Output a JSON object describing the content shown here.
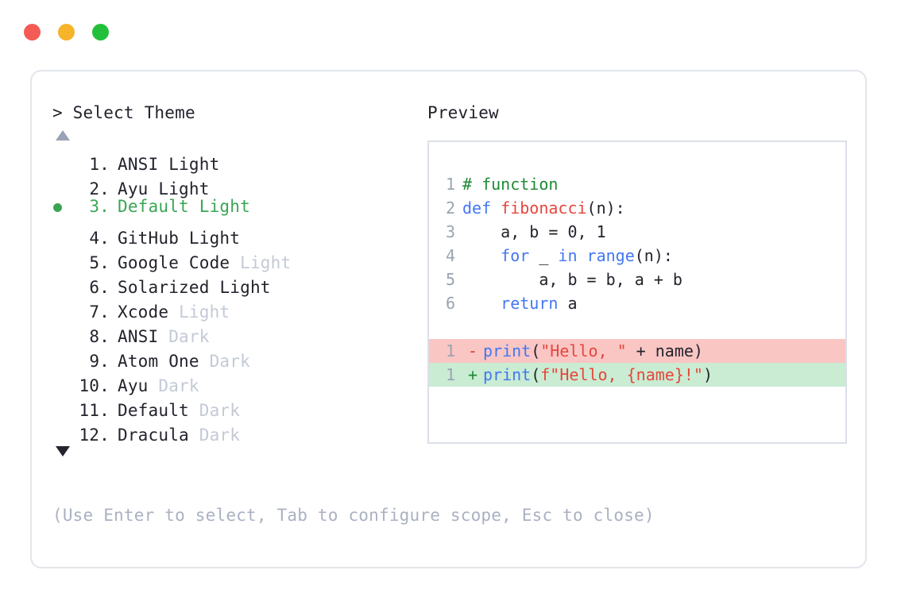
{
  "window": {
    "traffic_lights": [
      {
        "name": "close",
        "color": "#f55b55"
      },
      {
        "name": "minimize",
        "color": "#f5b42a"
      },
      {
        "name": "maximize",
        "color": "#22c03a"
      }
    ]
  },
  "left_panel": {
    "prompt": "> Select Theme",
    "scroll_up_icon": "triangle-up-icon",
    "scroll_down_icon": "triangle-down-icon",
    "selected_index": 3,
    "selected_bullet_color": "#3aa655",
    "items": [
      {
        "index": "1.",
        "name": "ANSI",
        "variant": "Light",
        "variant_dim": false,
        "selected": false
      },
      {
        "index": "2.",
        "name": "Ayu",
        "variant": "Light",
        "variant_dim": false,
        "selected": false
      },
      {
        "index": "3.",
        "name": "Default",
        "variant": "Light",
        "variant_dim": false,
        "selected": true
      },
      {
        "index": "4.",
        "name": "GitHub",
        "variant": "Light",
        "variant_dim": false,
        "selected": false
      },
      {
        "index": "5.",
        "name": "Google Code",
        "variant": "Light",
        "variant_dim": true,
        "selected": false
      },
      {
        "index": "6.",
        "name": "Solarized",
        "variant": "Light",
        "variant_dim": false,
        "selected": false
      },
      {
        "index": "7.",
        "name": "Xcode",
        "variant": "Light",
        "variant_dim": true,
        "selected": false
      },
      {
        "index": "8.",
        "name": "ANSI",
        "variant": "Dark",
        "variant_dim": true,
        "selected": false
      },
      {
        "index": "9.",
        "name": "Atom One",
        "variant": "Dark",
        "variant_dim": true,
        "selected": false
      },
      {
        "index": "10.",
        "name": "Ayu",
        "variant": "Dark",
        "variant_dim": true,
        "selected": false
      },
      {
        "index": "11.",
        "name": "Default",
        "variant": "Dark",
        "variant_dim": true,
        "selected": false
      },
      {
        "index": "12.",
        "name": "Dracula",
        "variant": "Dark",
        "variant_dim": true,
        "selected": false
      }
    ],
    "hint": "(Use Enter to select, Tab to configure scope, Esc to close)"
  },
  "right_panel": {
    "label": "Preview",
    "code_lines": [
      {
        "num": "1",
        "tokens": [
          {
            "t": "# function",
            "c": "comment"
          }
        ]
      },
      {
        "num": "2",
        "tokens": [
          {
            "t": "def ",
            "c": "kw"
          },
          {
            "t": "fibonacci",
            "c": "fn"
          },
          {
            "t": "(n):",
            "c": "plain"
          }
        ]
      },
      {
        "num": "3",
        "tokens": [
          {
            "t": "    a, b = 0, 1",
            "c": "plain"
          }
        ]
      },
      {
        "num": "4",
        "tokens": [
          {
            "t": "    ",
            "c": "plain"
          },
          {
            "t": "for",
            "c": "kw"
          },
          {
            "t": " _ ",
            "c": "plain"
          },
          {
            "t": "in ",
            "c": "kw"
          },
          {
            "t": "range",
            "c": "builtin"
          },
          {
            "t": "(n):",
            "c": "plain"
          }
        ]
      },
      {
        "num": "5",
        "tokens": [
          {
            "t": "        a, b = b, a + b",
            "c": "plain"
          }
        ]
      },
      {
        "num": "6",
        "tokens": [
          {
            "t": "    ",
            "c": "plain"
          },
          {
            "t": "return",
            "c": "kw"
          },
          {
            "t": " a",
            "c": "plain"
          }
        ]
      }
    ],
    "diff_lines": [
      {
        "num": "1",
        "sign": "-",
        "kind": "del",
        "tokens": [
          {
            "t": "print",
            "c": "builtin"
          },
          {
            "t": "(",
            "c": "plain"
          },
          {
            "t": "\"Hello, \"",
            "c": "str"
          },
          {
            "t": " + name)",
            "c": "plain"
          }
        ]
      },
      {
        "num": "1",
        "sign": "+",
        "kind": "add",
        "tokens": [
          {
            "t": "print",
            "c": "builtin"
          },
          {
            "t": "(",
            "c": "plain"
          },
          {
            "t": "f\"Hello, {name}!\"",
            "c": "str"
          },
          {
            "t": ")",
            "c": "plain"
          }
        ]
      }
    ],
    "colors": {
      "comment": "#1f8a34",
      "keyword": "#4277f0",
      "function": "#e8453c",
      "string": "#e8453c",
      "plain": "#22232c",
      "line_number": "#9aa3b0",
      "diff_remove_bg": "#f9c6c4",
      "diff_add_bg": "#c9ecd3"
    }
  }
}
